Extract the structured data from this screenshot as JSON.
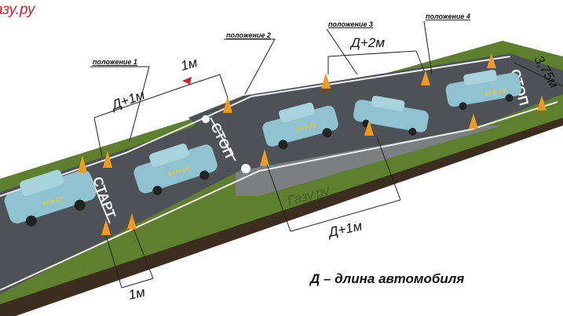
{
  "logo": "газу.ру",
  "positions": [
    "положение 1",
    "положение 2",
    "положение 3",
    "положение 4"
  ],
  "dimensions": {
    "d_plus_1_top": "Д+1м",
    "one_m_top": "1м",
    "d_plus_2": "Д+2м",
    "width": "3,75м",
    "d_plus_1_bottom": "Д+1м",
    "one_m_bottom": "1м"
  },
  "road_marks": {
    "start": "СТАРТ",
    "stop_middle": "СТОП",
    "stop_end": "СТОП"
  },
  "car_label": "газу.ру",
  "watermark": "Газу.ру",
  "legend": "Д – длина автомобиля",
  "colors": {
    "logo": "#d0212a",
    "car": "#8ec3cf",
    "cone": "#f39a1b",
    "grass": "#5d7f2e",
    "asphalt": "#4e5256"
  }
}
